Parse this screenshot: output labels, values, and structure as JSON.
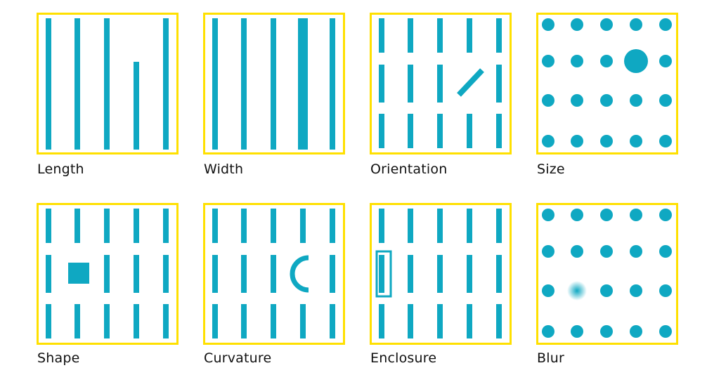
{
  "colors": {
    "frame": "#FFE000",
    "mark": "#0FA8C2",
    "label": "#111111",
    "background": "#FFFFFF"
  },
  "panels": [
    {
      "id": "length",
      "label": "Length"
    },
    {
      "id": "width",
      "label": "Width"
    },
    {
      "id": "orientation",
      "label": "Orientation"
    },
    {
      "id": "size",
      "label": "Size"
    },
    {
      "id": "shape",
      "label": "Shape"
    },
    {
      "id": "curvature",
      "label": "Curvature"
    },
    {
      "id": "enclosure",
      "label": "Enclosure"
    },
    {
      "id": "blur",
      "label": "Blur"
    }
  ]
}
